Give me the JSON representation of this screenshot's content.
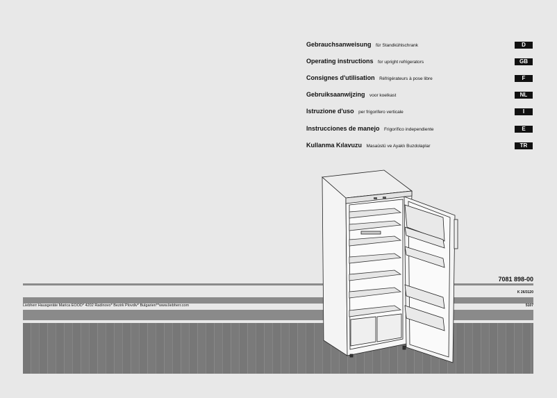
{
  "languages": [
    {
      "title": "Gebrauchsanweisung",
      "subtitle": "für Standkühlschrank",
      "code": "D"
    },
    {
      "title": "Operating instructions",
      "subtitle": "for upright refrigerators",
      "code": "GB"
    },
    {
      "title": "Consignes d'utilisation",
      "subtitle": "Réfrigérateurs à pose libre",
      "code": "F"
    },
    {
      "title": "Gebruiksaanwijzing",
      "subtitle": "voor koelkast",
      "code": "NL"
    },
    {
      "title": "Istruzione d'uso",
      "subtitle": "per frigorifero verticale",
      "code": "I"
    },
    {
      "title": "Instrucciones de manejo",
      "subtitle": "Frigorífico independiente",
      "code": "E"
    },
    {
      "title": "Kullanma Kılavuzu",
      "subtitle": "Masaüstü ve Ayaklı Buzdolaplar",
      "code": "TR"
    }
  ],
  "document": {
    "number": "7081 898-00",
    "model": "K 26/3120",
    "edition": "5107",
    "manufacturer": "Liebherr Hausgeräte Marica EOOD* 4202 Radinovo* Bezirk Plovdiv* Bulgarien**www.liebherr.com"
  },
  "illustration": {
    "subject": "refrigerator-open-door-icon"
  }
}
